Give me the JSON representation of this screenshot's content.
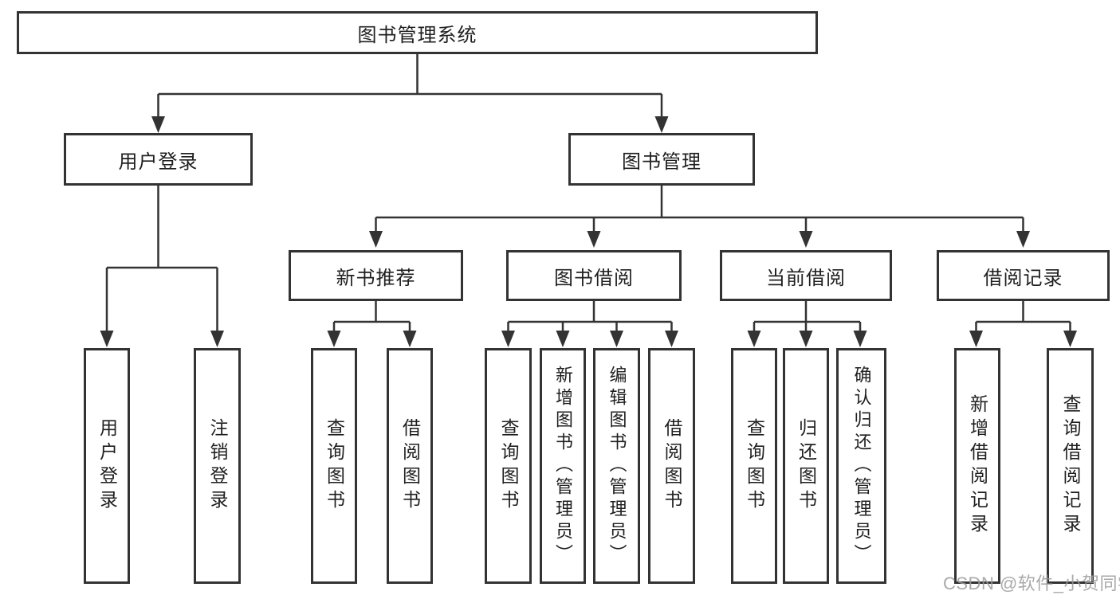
{
  "diagram": {
    "tree": {
      "root": {
        "label": "图书管理系统",
        "children": [
          {
            "label": "用户登录",
            "children": [
              {
                "label": "用户登录"
              },
              {
                "label": "注销登录"
              }
            ]
          },
          {
            "label": "图书管理",
            "children": [
              {
                "label": "新书推荐",
                "children": [
                  {
                    "label": "查询图书"
                  },
                  {
                    "label": "借阅图书"
                  }
                ]
              },
              {
                "label": "图书借阅",
                "children": [
                  {
                    "label": "查询图书"
                  },
                  {
                    "label": "新增图书（管理员）"
                  },
                  {
                    "label": "编辑图书（管理员）"
                  },
                  {
                    "label": "借阅图书"
                  }
                ]
              },
              {
                "label": "当前借阅",
                "children": [
                  {
                    "label": "查询图书"
                  },
                  {
                    "label": "归还图书"
                  },
                  {
                    "label": "确认归还（管理员）"
                  }
                ]
              },
              {
                "label": "借阅记录",
                "children": [
                  {
                    "label": "新增借阅记录"
                  },
                  {
                    "label": "查询借阅记录"
                  }
                ]
              }
            ]
          }
        ]
      }
    },
    "watermark": "CSDN @软件_小贺同学",
    "colors": {
      "line": "#333333",
      "box_border": "#333333",
      "text": "#1f1f1f",
      "watermark": "#9b9b9b",
      "background": "#ffffff"
    }
  }
}
